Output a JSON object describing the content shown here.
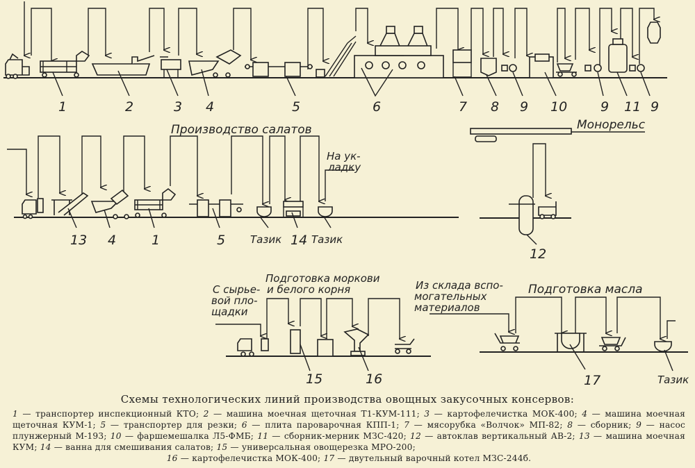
{
  "diagram": {
    "sections": {
      "salads": "Производство салатов",
      "monorail": "Монорельс",
      "to_packing_1": "На ук-",
      "to_packing_2": "ладку",
      "carrot_prep_1": "Подготовка моркови",
      "carrot_prep_2": "и белого корня",
      "from_raw_1": "С сырье-",
      "from_raw_2": "вой пло-",
      "from_raw_3": "щадки",
      "from_store_1": "Из склада вспо-",
      "from_store_2": "могательных",
      "from_store_3": "материалов",
      "oil_prep": "Подготовка масла",
      "basin_1": "Тазик",
      "basin_2": "Тазик",
      "basin_3": "Тазик"
    },
    "row1_labels": [
      "1",
      "2",
      "3",
      "4",
      "5",
      "6",
      "7",
      "8",
      "9",
      "10",
      "9",
      "11",
      "9"
    ],
    "row2_labels": [
      "13",
      "4",
      "1",
      "5",
      "14"
    ],
    "autoclave_label": "12",
    "row3_labels": [
      "15",
      "16"
    ],
    "row4_labels": [
      "17"
    ]
  },
  "caption": {
    "title": "Схемы технологических линий производства овощных закусочных консервов:",
    "legend": [
      {
        "n": "1",
        "text": "транспортер инспекционный КТО;"
      },
      {
        "n": "2",
        "text": "машина моечная щеточная Т1-КУМ-111;"
      },
      {
        "n": "3",
        "text": "картофелечистка МОК-400;"
      },
      {
        "n": "4",
        "text": "машина моечная щеточная КУМ-1;"
      },
      {
        "n": "5",
        "text": "транспортер для резки;"
      },
      {
        "n": "6",
        "text": "плита пароварочная КПП-1;"
      },
      {
        "n": "7",
        "text": "мясорубка «Волчок» МП-82;"
      },
      {
        "n": "8",
        "text": "сборник;"
      },
      {
        "n": "9",
        "text": "насос плунжерный М-193;"
      },
      {
        "n": "10",
        "text": "фаршемешалка Л5-ФМБ;"
      },
      {
        "n": "11",
        "text": "сборник-мерник МЗС-420;"
      },
      {
        "n": "12",
        "text": "автоклав вертикальный АВ-2;"
      },
      {
        "n": "13",
        "text": "машина моечная КУМ;"
      },
      {
        "n": "14",
        "text": "ванна для смешивания салатов;"
      },
      {
        "n": "15",
        "text": "универсальная овощерезка МРО-200;"
      },
      {
        "n": "16",
        "text": "картофелечистка МОК-400;"
      },
      {
        "n": "17",
        "text": "двутельный варочный котел МЗС-244б."
      }
    ]
  }
}
